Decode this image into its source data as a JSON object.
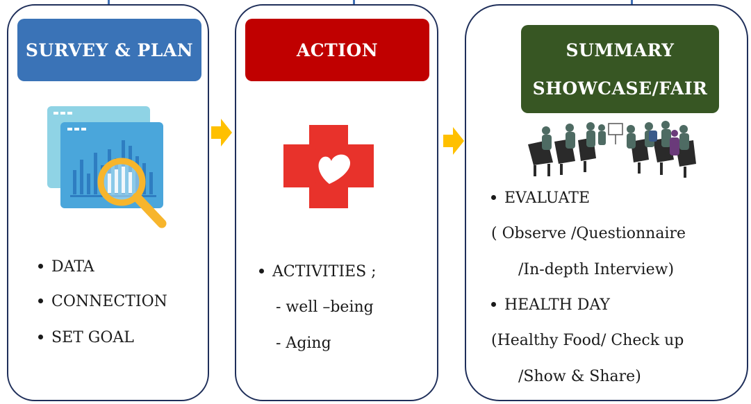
{
  "stages": [
    {
      "header": "SURVEY & PLAN",
      "header_color": "#3a73b7",
      "icon": "data-search-icon",
      "items": [
        "DATA",
        "CONNECTION",
        "SET GOAL"
      ]
    },
    {
      "header": "ACTION",
      "header_color": "#c00000",
      "icon": "medical-cross-heart-icon",
      "items": [
        "ACTIVITIES ;",
        "- well –being",
        "- Aging"
      ]
    },
    {
      "header_line1": "SUMMARY",
      "header_line2": "SHOWCASE/FAIR",
      "header_color": "#375623",
      "icon": "meeting-silhouettes-icon",
      "items": [
        "EVALUATE",
        "( Observe /Questionnaire",
        "/In-depth Interview)",
        "HEALTH DAY",
        "(Healthy Food/ Check up",
        "/Show & Share)"
      ]
    }
  ],
  "arrow_color": "#ffc000",
  "panel_border_color": "#1f2f5a"
}
